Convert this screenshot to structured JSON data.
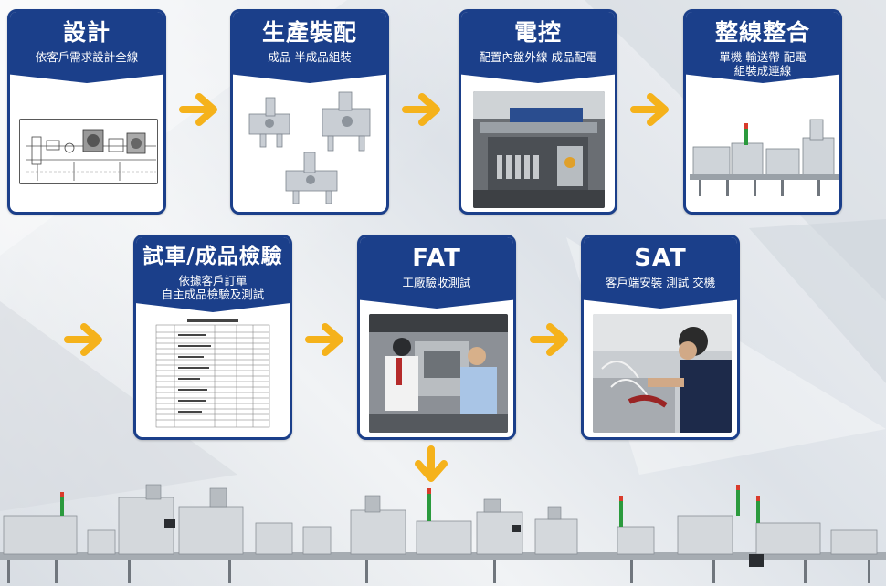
{
  "steps": [
    {
      "title": "設計",
      "subtitle": "依客戶需求設計全線"
    },
    {
      "title": "生產裝配",
      "subtitle": "成品 半成品組裝"
    },
    {
      "title": "電控",
      "subtitle": "配置內盤外線 成品配電"
    },
    {
      "title": "整線整合",
      "subtitle": "單機 輸送帶 配電\n組裝成連線"
    },
    {
      "title": "試車/成品檢驗",
      "subtitle": "依據客戶訂單\n自主成品檢驗及測試"
    },
    {
      "title": "FAT",
      "subtitle": "工廠驗收測試"
    },
    {
      "title": "SAT",
      "subtitle": "客戶端安裝 測試 交機"
    }
  ],
  "colors": {
    "card_header": "#1b3f8a",
    "arrow": "#f5b21b",
    "background": "#e9ecf0"
  },
  "icons": {
    "arrow": "arrow-right-icon",
    "arrow_down": "arrow-down-icon"
  }
}
